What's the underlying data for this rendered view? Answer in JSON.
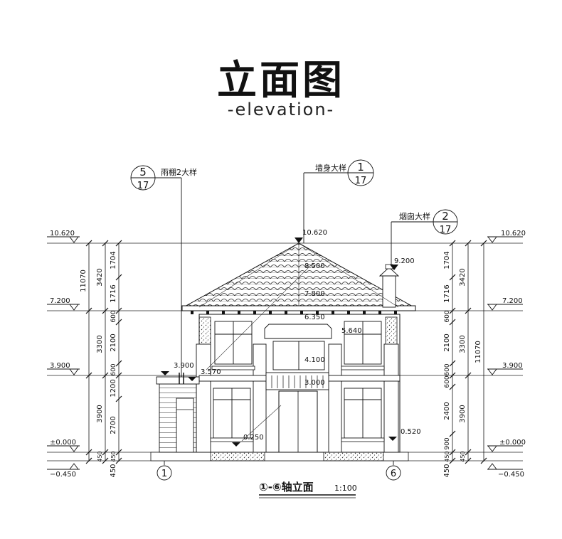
{
  "header": {
    "title": "立面图",
    "subtitle": "-elevation-"
  },
  "callouts": {
    "c1": {
      "label": "雨棚2大样",
      "top": "5",
      "bottom": "17"
    },
    "c2": {
      "label": "墙身大样",
      "top": "1",
      "bottom": "17"
    },
    "c3": {
      "label": "烟囱大样",
      "top": "2",
      "bottom": "17"
    }
  },
  "levels": {
    "roof": "10.620",
    "eave": "7.200",
    "floor2": "3.900",
    "ground": "±0.000",
    "base": "−0.450",
    "ridge": "10.620",
    "chimney": "9.200",
    "roof_mid": "8.500",
    "roof_low": "7.800",
    "porch_top": "6.350",
    "parapet": "5.640",
    "balcony": "4.100",
    "door_top": "3.000",
    "canopy_top": "3.900",
    "canopy": "3.570",
    "step_left": "0.250",
    "step_right": "0.520"
  },
  "dims": {
    "left_outer": [
      "3420",
      "3300",
      "3900",
      "450"
    ],
    "left_total": "11070",
    "left_inner": [
      "1704",
      "1716",
      "600",
      "2100",
      "600",
      "1200",
      "2700",
      "450"
    ],
    "left_bottom": "450",
    "right_inner": [
      "1704",
      "1716",
      "600",
      "2100",
      "600",
      "600",
      "2400",
      "900",
      "450"
    ],
    "right_outer": [
      "3420",
      "3300",
      "3900",
      "450"
    ],
    "right_total": "11070",
    "right_bottom": "450"
  },
  "axes": {
    "left": "1",
    "right": "6"
  },
  "caption": {
    "text": "①-⑥轴立面",
    "scale": "1:100"
  }
}
